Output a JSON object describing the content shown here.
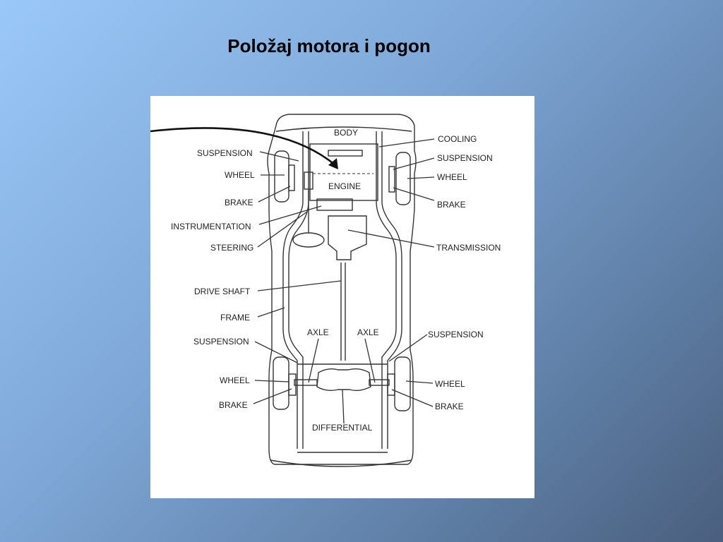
{
  "slide": {
    "title": "Položaj motora i pogon"
  },
  "labels": {
    "body": "BODY",
    "cooling": "COOLING",
    "suspension_fl": "SUSPENSION",
    "wheel_fl": "WHEEL",
    "brake_fl": "BRAKE",
    "instrumentation": "INSTRUMENTATION",
    "steering": "STEERING",
    "drive_shaft": "DRIVE SHAFT",
    "frame": "FRAME",
    "suspension_rl": "SUSPENSION",
    "wheel_rl": "WHEEL",
    "brake_rl": "BRAKE",
    "suspension_fr": "SUSPENSION",
    "wheel_fr": "WHEEL",
    "brake_fr": "BRAKE",
    "engine": "ENGINE",
    "transmission": "TRANSMISSION",
    "axle_left": "AXLE",
    "axle_right": "AXLE",
    "suspension_rr": "SUSPENSION",
    "wheel_rr": "WHEEL",
    "brake_rr": "BRAKE",
    "differential": "DIFFERENTIAL"
  }
}
